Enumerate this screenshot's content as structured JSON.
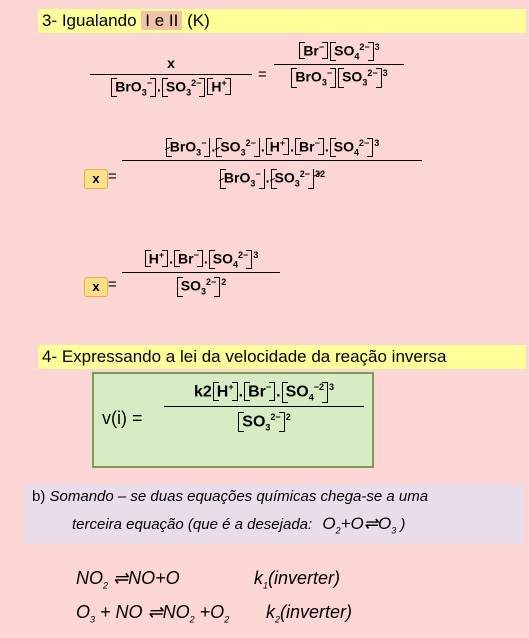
{
  "section3": {
    "prefix": "3- Igualando",
    "highlight": "I e II",
    "suffix": "(K)"
  },
  "eq1": {
    "x": "x",
    "br": "BrO",
    "br_sub": "3",
    "br_sup": "−",
    "so": "SO",
    "so_sub": "3",
    "so_sup": "2−",
    "h": "H",
    "h_sup": "+",
    "br2": "Br",
    "br2_sup": "−",
    "so4": "SO",
    "so4_sub": "4",
    "so4_sup": "2−",
    "exp3": "3",
    "eq": "="
  },
  "eq2": {
    "x": "x",
    "eq": "=",
    "exp2": "2"
  },
  "eq3": {
    "x": "x",
    "eq": "="
  },
  "section4": {
    "title": "4- Expressando a lei da velocidade da reação inversa"
  },
  "rate": {
    "lhs": "v(i) =",
    "k": "k2",
    "so4_sup": "−2",
    "so3_sup": "2−",
    "exp3": "3",
    "exp2": "2"
  },
  "part_b": {
    "label": "b)",
    "line1": "Somando – se duas equações químicas chega-se a uma",
    "line2": "terceira equação (que é a desejada:",
    "eq_o2": "O",
    "eq_o2_sub": "2",
    "eq_plus_o": "+O",
    "eq_o3": "O",
    "eq_o3_sub": "3",
    "close": ")"
  },
  "reactions": [
    {
      "lhs": "NO",
      "lhs_sub": "2",
      "rhs": "NO+O",
      "k": "k",
      "k_sub": "1",
      "note": "(inverter)"
    },
    {
      "lhs": "O",
      "lhs_sub": "3",
      "lhs2": " + NO",
      "rhs": "NO",
      "rhs_sub": "2",
      "rhs2": " +O",
      "rhs_sub2": "2",
      "k": "k",
      "k_sub": "2",
      "note": "(inverter)"
    }
  ]
}
